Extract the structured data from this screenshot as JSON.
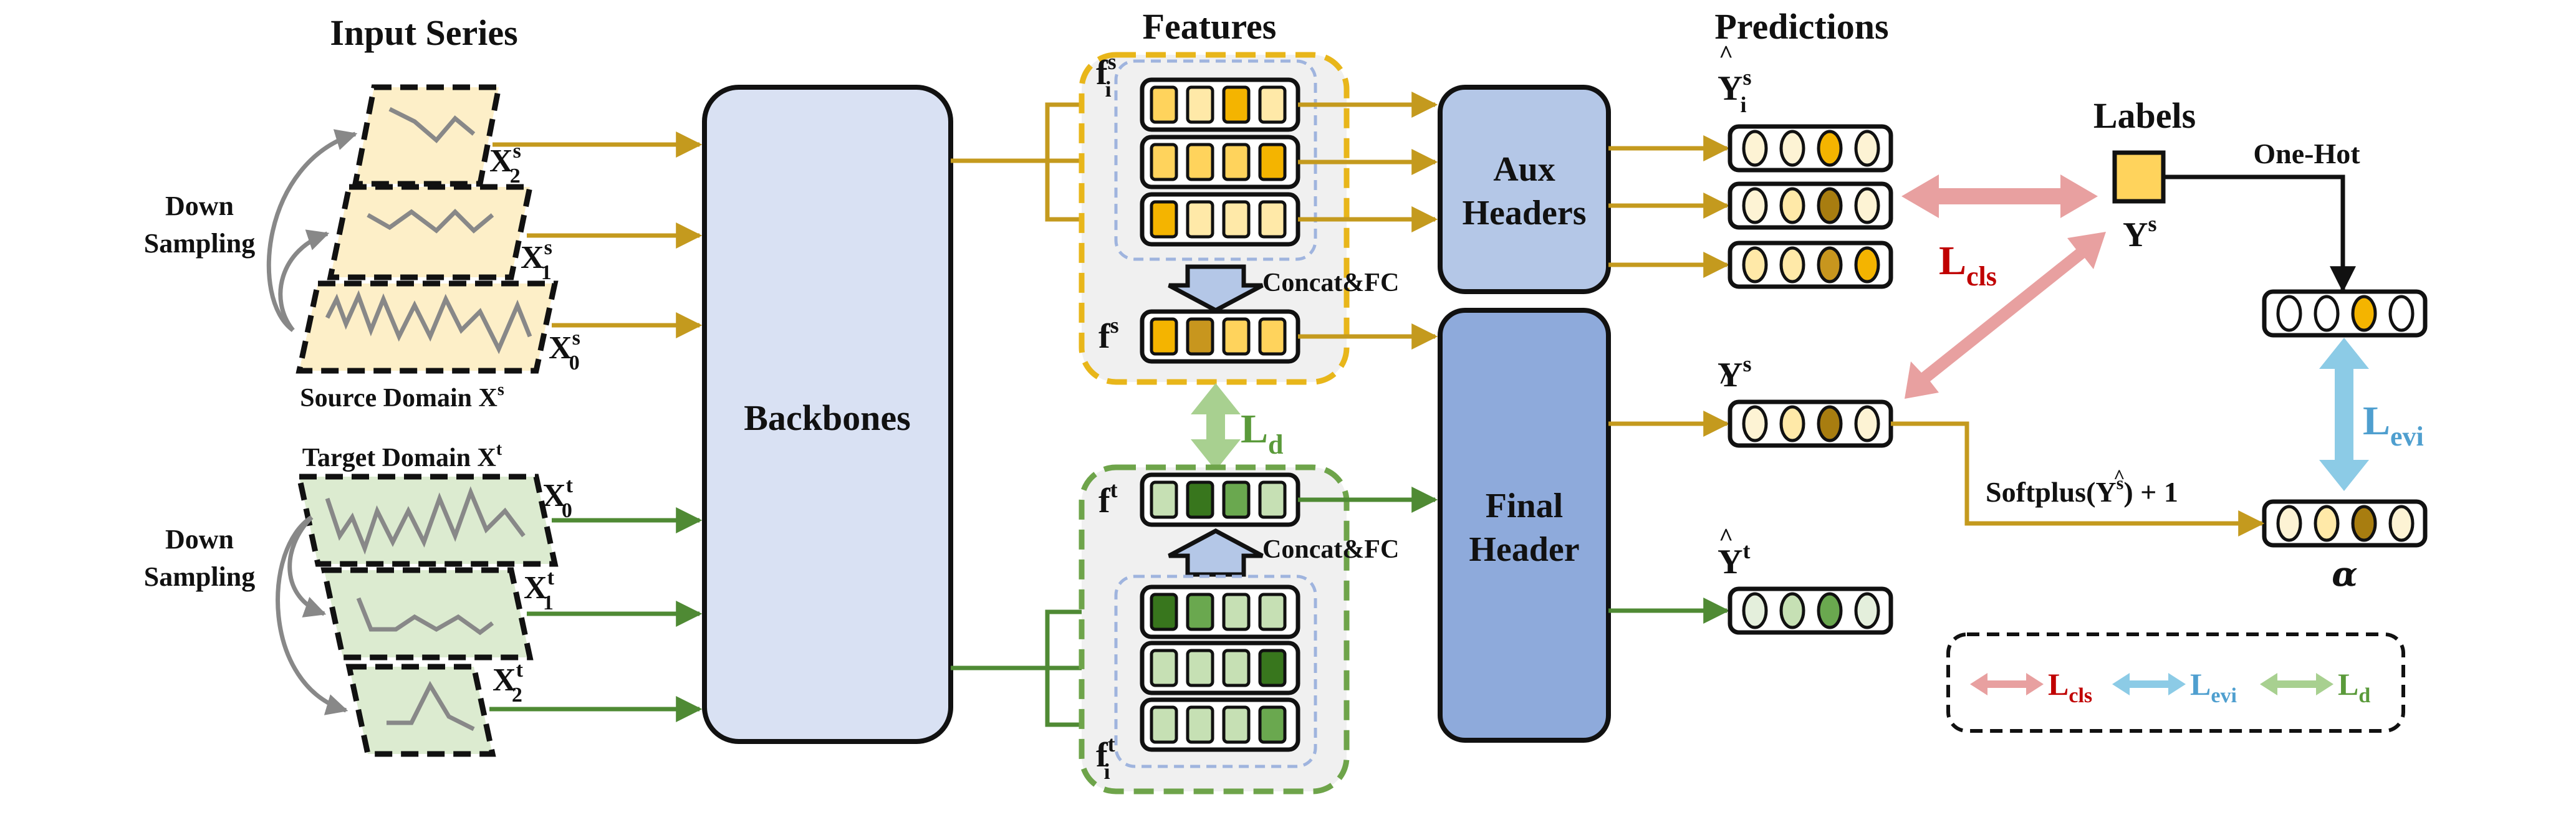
{
  "headings": {
    "input_series": "Input Series",
    "features": "Features",
    "predictions": "Predictions",
    "labels": "Labels"
  },
  "input": {
    "down_sampling_1": "Down",
    "down_sampling_2": "Sampling",
    "source_domain": "Source Domain X",
    "source_domain_sup": "s",
    "target_domain": "Target Domain X",
    "target_domain_sup": "t",
    "source_series": [
      {
        "base": "X",
        "sup": "s",
        "sub": "2"
      },
      {
        "base": "X",
        "sup": "s",
        "sub": "1"
      },
      {
        "base": "X",
        "sup": "s",
        "sub": "0"
      }
    ],
    "target_series": [
      {
        "base": "X",
        "sup": "t",
        "sub": "0"
      },
      {
        "base": "X",
        "sup": "t",
        "sub": "1"
      },
      {
        "base": "X",
        "sup": "t",
        "sub": "2"
      }
    ]
  },
  "backbone": {
    "label": "Backbones"
  },
  "features": {
    "source_i": {
      "base": "f",
      "sup": "s",
      "sub": "i"
    },
    "source": {
      "base": "f",
      "sup": "s"
    },
    "target": {
      "base": "f",
      "sup": "t"
    },
    "target_i": {
      "base": "f",
      "sup": "t",
      "sub": "i"
    },
    "concat_top": "Concat&FC",
    "concat_bottom": "Concat&FC"
  },
  "heads": {
    "aux_1": "Aux",
    "aux_2": "Headers",
    "final_1": "Final",
    "final_2": "Header"
  },
  "predictions": {
    "y_i_s": {
      "base": "Y",
      "sup": "s",
      "sub": "i"
    },
    "y_s": {
      "base": "Y",
      "sup": "s"
    },
    "y_t": {
      "base": "Y",
      "sup": "t"
    }
  },
  "labels": {
    "y_s": {
      "base": "Y",
      "sup": "s"
    },
    "one_hot": "One-Hot",
    "softplus_prefix": "Softplus(",
    "softplus_y": "Y",
    "softplus_sup": "s",
    "softplus_suffix": ") + 1",
    "alpha": "α"
  },
  "losses": {
    "l_cls": {
      "base": "L",
      "sub": "cls"
    },
    "l_d": {
      "base": "L",
      "sub": "d"
    },
    "l_evi": {
      "base": "L",
      "sub": "evi"
    }
  },
  "legend": {
    "items": [
      {
        "base": "L",
        "sub": "cls",
        "color": "#e8a0a0"
      },
      {
        "base": "L",
        "sub": "evi",
        "color": "#8ccbe6"
      },
      {
        "base": "L",
        "sub": "d",
        "color": "#a8d090"
      }
    ]
  },
  "colors": {
    "source_arrow": "#c49a1e",
    "target_arrow": "#4f8a34",
    "source_fill": "#fdefc8",
    "target_fill": "#dcebd0",
    "backbone_fill": "#d9e1f3",
    "aux_fill": "#b4c7e7",
    "final_fill": "#8eaadb",
    "l_cls": "#c00000",
    "l_evi": "#4f9fcf",
    "l_d": "#5a9a3a"
  }
}
